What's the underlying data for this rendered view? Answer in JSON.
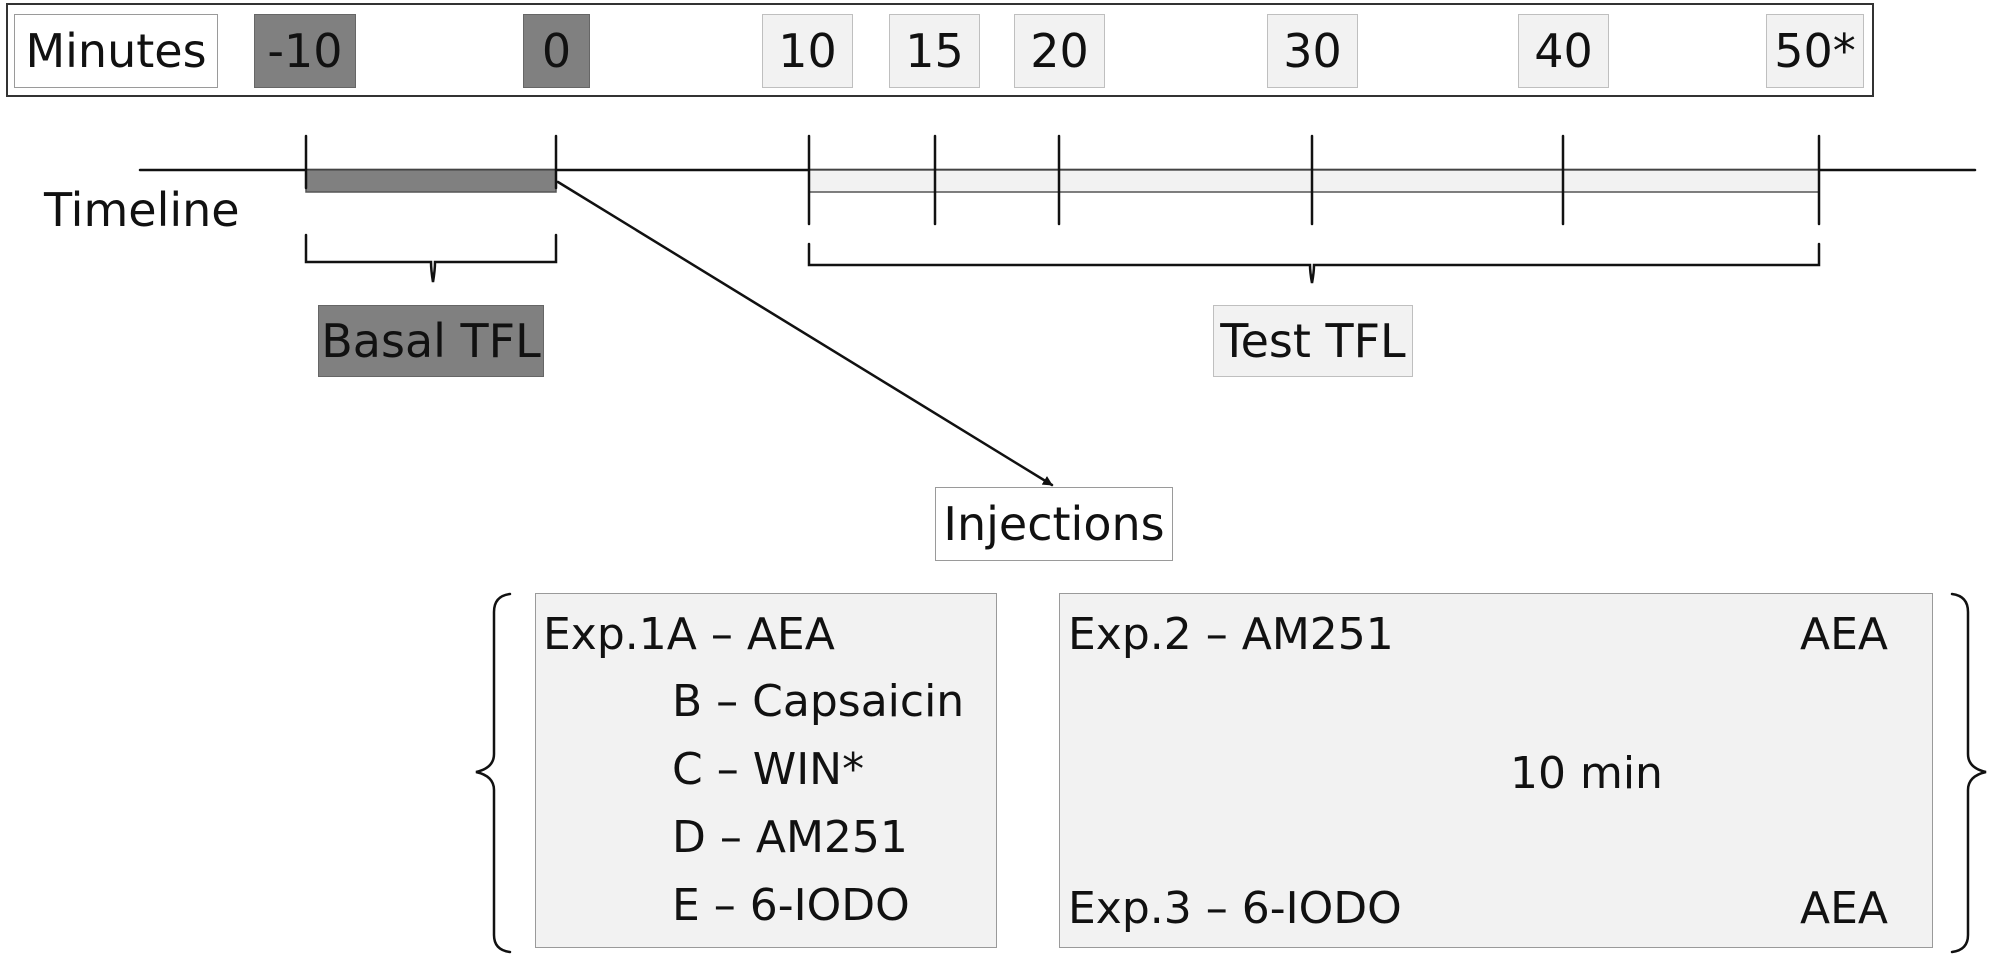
{
  "minutes_bar": {
    "label": "Minutes",
    "ticks": [
      {
        "text": "-10",
        "style": "dark"
      },
      {
        "text": "0",
        "style": "dark"
      },
      {
        "text": "10",
        "style": "light"
      },
      {
        "text": "15",
        "style": "light"
      },
      {
        "text": "20",
        "style": "light"
      },
      {
        "text": "30",
        "style": "light"
      },
      {
        "text": "40",
        "style": "light"
      },
      {
        "text": "50*",
        "style": "light"
      }
    ]
  },
  "timeline": {
    "label": "Timeline",
    "basal_label": "Basal TFL",
    "test_label": "Test TFL",
    "injections_label": "Injections"
  },
  "experiments": {
    "exp1": {
      "lines": [
        "Exp.1A – AEA",
        "B – Capsaicin",
        "C – WIN*",
        "D – AM251",
        "E – 6-IODO"
      ]
    },
    "exp2": {
      "left": "Exp.2 – AM251",
      "right": "AEA"
    },
    "exp3": {
      "left": "Exp.3 – 6-IODO",
      "right": "AEA"
    },
    "interval": "10 min"
  },
  "colors": {
    "dark_fill": "#808080",
    "light_fill": "#f2f2f2",
    "line": "#111111"
  }
}
